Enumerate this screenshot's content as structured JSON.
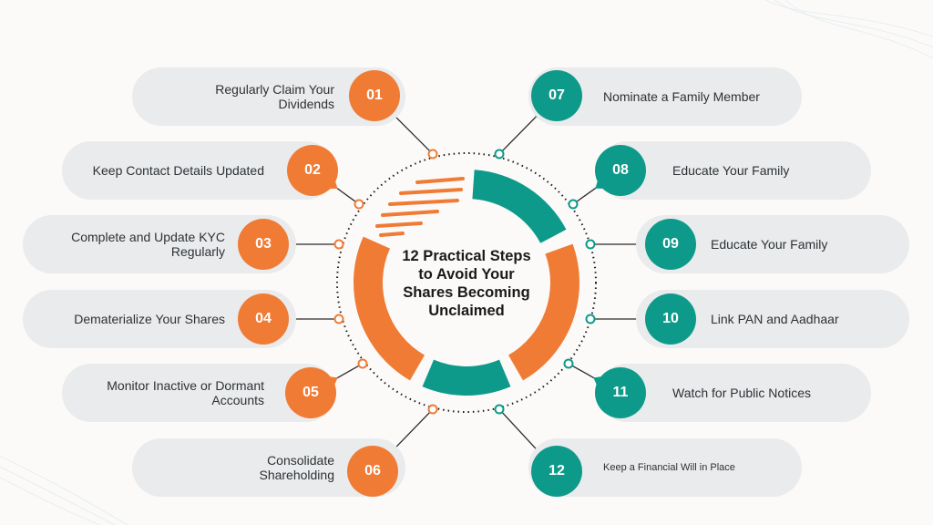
{
  "center": {
    "title": "12 Practical Steps to Avoid Your Shares Becoming Unclaimed"
  },
  "colors": {
    "orange": "#f07b35",
    "teal": "#0e9a8a",
    "pill": "#e9ebec",
    "text": "#2e3236"
  },
  "steps": [
    {
      "num": "01",
      "label": "Regularly Claim Your Dividends",
      "side": "left",
      "color": "orange"
    },
    {
      "num": "02",
      "label": "Keep Contact Details Updated",
      "side": "left",
      "color": "orange"
    },
    {
      "num": "03",
      "label": "Complete and Update KYC Regularly",
      "side": "left",
      "color": "orange"
    },
    {
      "num": "04",
      "label": "Dematerialize Your Shares",
      "side": "left",
      "color": "orange"
    },
    {
      "num": "05",
      "label": "Monitor Inactive or Dormant Accounts",
      "side": "left",
      "color": "orange"
    },
    {
      "num": "06",
      "label": "Consolidate Shareholding",
      "side": "left",
      "color": "orange"
    },
    {
      "num": "07",
      "label": "Nominate a Family Member",
      "side": "right",
      "color": "teal"
    },
    {
      "num": "08",
      "label": "Educate Your Family",
      "side": "right",
      "color": "teal"
    },
    {
      "num": "09",
      "label": "Educate Your Family",
      "side": "right",
      "color": "teal"
    },
    {
      "num": "10",
      "label": "Link PAN and Aadhaar",
      "side": "right",
      "color": "teal"
    },
    {
      "num": "11",
      "label": "Watch for Public Notices",
      "side": "right",
      "color": "teal"
    },
    {
      "num": "12",
      "label": "Keep a Financial Will in Place",
      "side": "right",
      "color": "teal"
    }
  ]
}
